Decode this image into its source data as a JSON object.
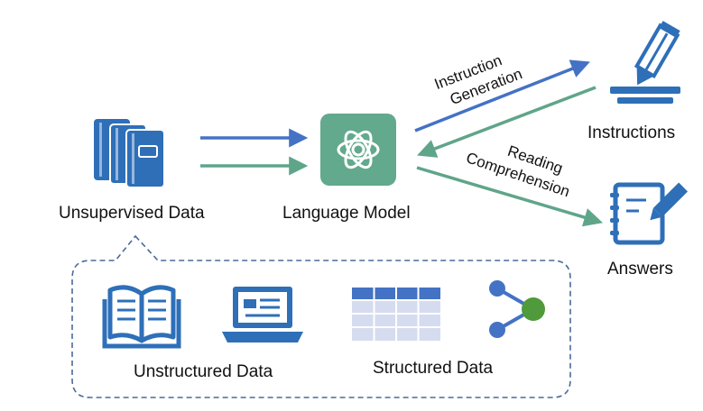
{
  "labels": {
    "unsupervised_data": "Unsupervised Data",
    "language_model": "Language Model",
    "instructions": "Instructions",
    "answers": "Answers",
    "unstructured_data": "Unstructured Data",
    "structured_data": "Structured Data"
  },
  "arrows": {
    "instruction_generation": [
      "Instruction",
      "Generation"
    ],
    "reading_comprehension": [
      "Reading",
      "Comprehension"
    ]
  },
  "colors": {
    "blue": "#4472c4",
    "green": "#5fa58a",
    "icon_blue": "#2e6fb8",
    "model_green": "#62a98d",
    "table_dark": "#4472c4",
    "table_light": "#d6dcef",
    "node_green": "#4f9a3a",
    "dash": "#4a6a9a"
  },
  "icons": {
    "books": "books-icon",
    "model": "openai-logo-icon",
    "pencil": "pencil-writing-icon",
    "notebook": "notebook-edit-icon",
    "open_book": "open-book-icon",
    "laptop": "laptop-icon",
    "table": "table-icon",
    "graph": "graph-nodes-icon"
  }
}
